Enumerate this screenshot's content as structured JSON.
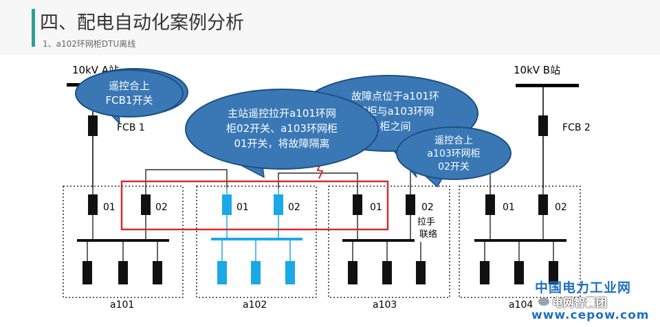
{
  "header": {
    "title": "四、配电自动化案例分析",
    "subtitle": "1、a102环网柜DTU离线"
  },
  "stations": {
    "a": {
      "label": "10kV A站",
      "breaker": "FCB 1"
    },
    "b": {
      "label": "10kV B站",
      "breaker": "FCB 2"
    }
  },
  "cabinets": [
    {
      "id": "a101",
      "label": "a101",
      "sw1": "01",
      "sw2": "02"
    },
    {
      "id": "a102",
      "label": "a102",
      "sw1": "01",
      "sw2": "02"
    },
    {
      "id": "a103",
      "label": "a103",
      "sw1": "01",
      "sw2": "02",
      "note": [
        "拉手",
        "联络"
      ]
    },
    {
      "id": "a104",
      "label": "a104",
      "sw1": "01",
      "sw2": "02"
    }
  ],
  "bubbles": {
    "a": [
      "遥控合上",
      "FCB1开关"
    ],
    "main": [
      "主站遥控拉开a101环网",
      "柜02开关、a103环网柜",
      "01开关，将故障隔离"
    ],
    "fault": [
      "故障点位于a101环",
      "网柜与a103环网",
      "柜之间"
    ],
    "c": [
      "遥控合上",
      "a103环网柜",
      "02开关"
    ]
  },
  "watermark": {
    "name": "中国电力工业网",
    "wechat": "电网智囊团",
    "url": "www.cepow.com"
  },
  "colors": {
    "bubble": "#3a78b5",
    "bubble_stroke": "#1e4f82",
    "switch_normal": "#111111",
    "switch_offline": "#1aa8e6",
    "fault_box": "#d32c2c",
    "watermark": "#1f6fc4"
  }
}
